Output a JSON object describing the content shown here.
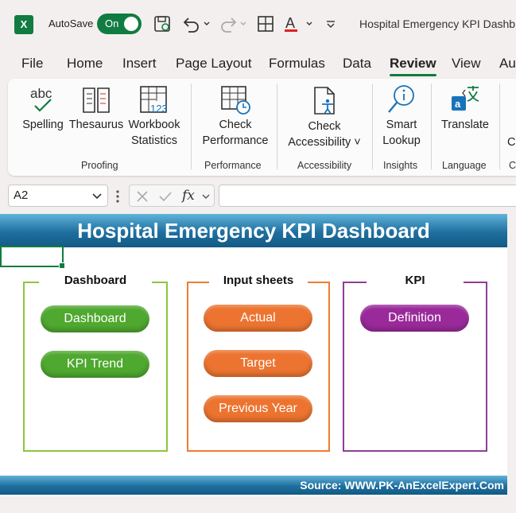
{
  "titlebar": {
    "autosave_label": "AutoSave",
    "autosave_state": "On",
    "doc_title": "Hospital Emergency KPI Dashb"
  },
  "menu": {
    "tabs": [
      "File",
      "Home",
      "Insert",
      "Page Layout",
      "Formulas",
      "Data",
      "Review",
      "View",
      "Au"
    ],
    "active_tab": "Review"
  },
  "ribbon": {
    "spelling_label": "Spelling",
    "thesaurus_label": "Thesaurus",
    "workbook_stats_line1": "Workbook",
    "workbook_stats_line2": "Statistics",
    "check_performance_line1": "Check",
    "check_performance_line2": "Performance",
    "check_accessibility_line1": "Check",
    "check_accessibility_line2": "Accessibility ˅",
    "smart_lookup_line1": "Smart",
    "smart_lookup_line2": "Lookup",
    "translate_label": "Translate",
    "partial_label": "C",
    "groups": {
      "proofing": "Proofing",
      "performance": "Performance",
      "accessibility": "Accessibility",
      "insights": "Insights",
      "language": "Language",
      "partial": "C"
    },
    "icon_text": {
      "abc": "abc",
      "num": "123"
    }
  },
  "formula_bar": {
    "name_box": "A2",
    "fx_label": "fx",
    "formula_value": ""
  },
  "sheet": {
    "banner_title": "Hospital Emergency KPI Dashboard",
    "footer_text": "Source: WWW.PK-AnExcelExpert.Com",
    "boxes": [
      {
        "title": "Dashboard",
        "color": "#8cc63f",
        "buttons": [
          "Dashboard",
          "KPI Trend"
        ]
      },
      {
        "title": "Input sheets",
        "color": "#ed7d31",
        "buttons": [
          "Actual",
          "Target",
          "Previous Year"
        ]
      },
      {
        "title": "KPI",
        "color": "#8e3e96",
        "buttons": [
          "Definition"
        ]
      }
    ]
  },
  "colors": {
    "excel_green": "#107c41",
    "green_pill": "#4fa82f",
    "orange_pill": "#ec7430",
    "purple_pill": "#9a2a9a",
    "banner_blue": "#1f6f9f"
  }
}
